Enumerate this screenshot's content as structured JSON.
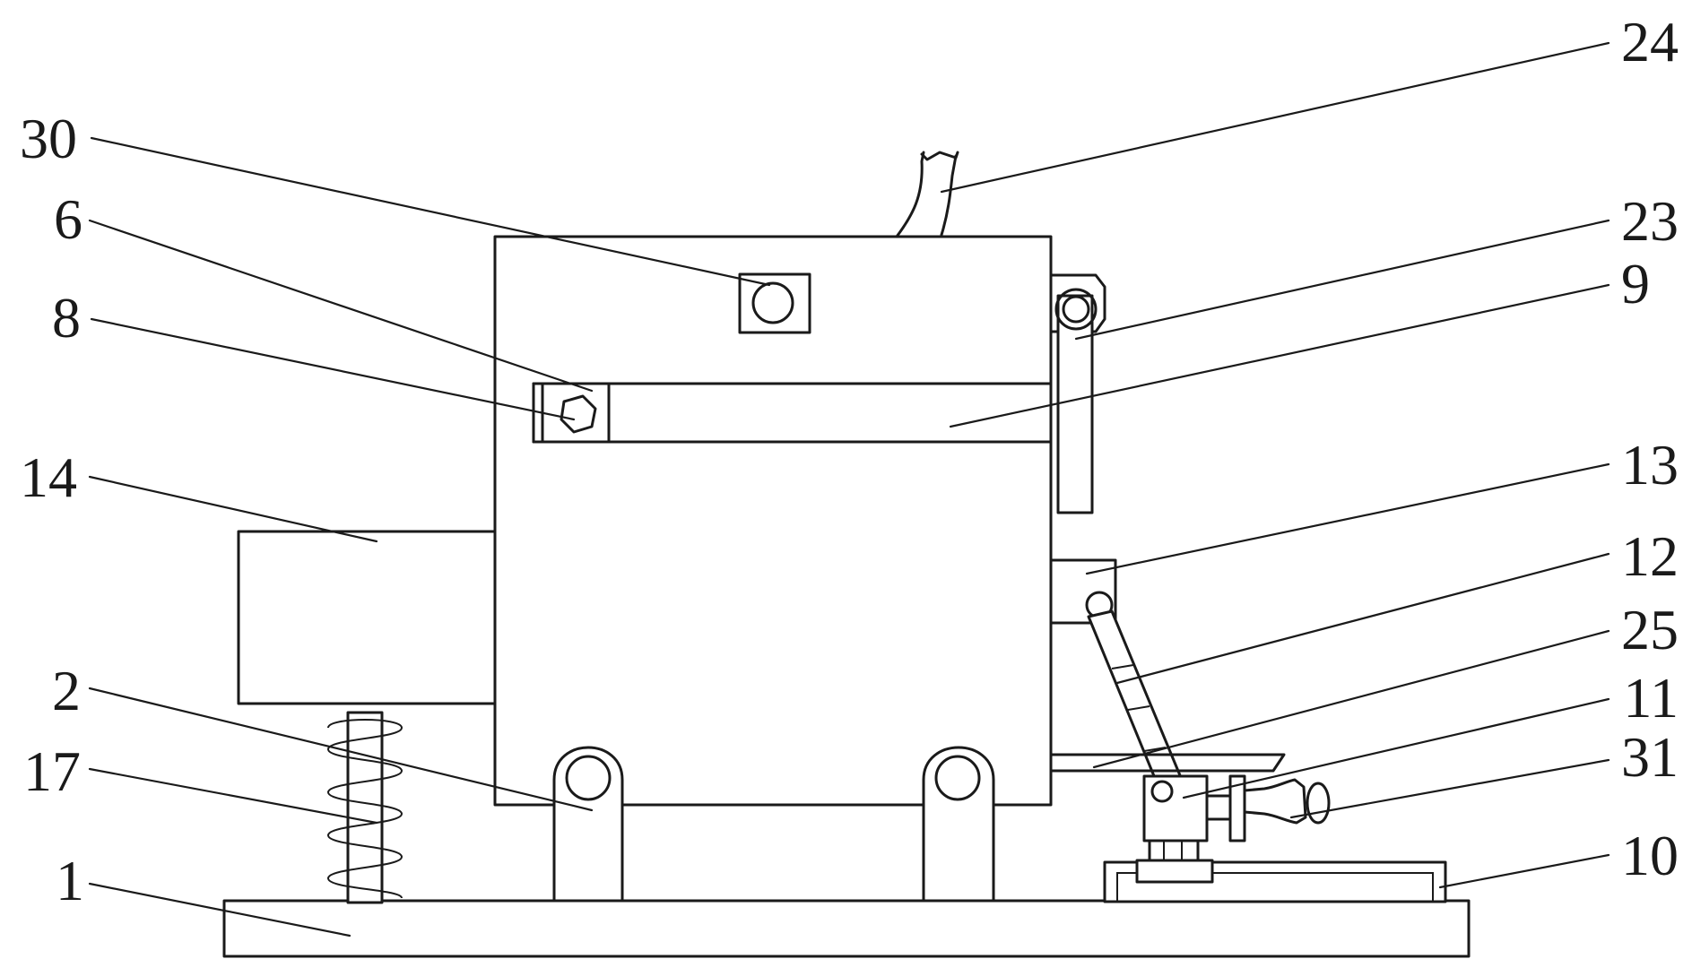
{
  "figure": {
    "callouts": [
      {
        "id": "1",
        "text": "1"
      },
      {
        "id": "2",
        "text": "2"
      },
      {
        "id": "6",
        "text": "6"
      },
      {
        "id": "8",
        "text": "8"
      },
      {
        "id": "9",
        "text": "9"
      },
      {
        "id": "10",
        "text": "10"
      },
      {
        "id": "11",
        "text": "11"
      },
      {
        "id": "12",
        "text": "12"
      },
      {
        "id": "13",
        "text": "13"
      },
      {
        "id": "14",
        "text": "14"
      },
      {
        "id": "17",
        "text": "17"
      },
      {
        "id": "23",
        "text": "23"
      },
      {
        "id": "24",
        "text": "24"
      },
      {
        "id": "25",
        "text": "25"
      },
      {
        "id": "30",
        "text": "30"
      },
      {
        "id": "31",
        "text": "31"
      }
    ]
  }
}
